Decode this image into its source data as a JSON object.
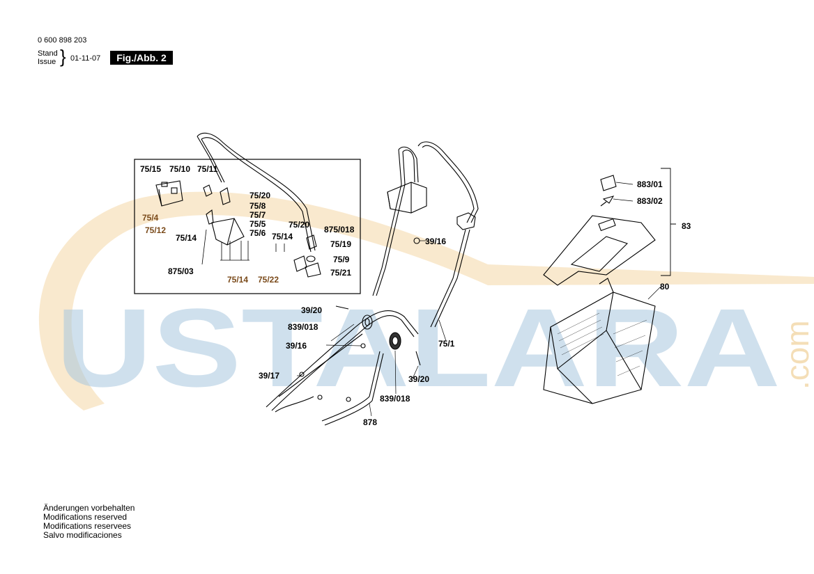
{
  "header": {
    "part_number": "0 600 898 203",
    "stand": "Stand",
    "issue": "Issue",
    "date": "01-11-07",
    "figure": "Fig./Abb. 2"
  },
  "watermark": {
    "text": "USTALARA",
    "suffix": ".com",
    "color_blue": "#9bbfd9",
    "color_orange": "#f5d9a8"
  },
  "labels": {
    "l_75_15": "75/15",
    "l_75_10": "75/10",
    "l_75_11": "75/11",
    "l_75_20a": "75/20",
    "l_75_8": "75/8",
    "l_75_7": "75/7",
    "l_75_4": "75/4",
    "l_75_12": "75/12",
    "l_75_14a": "75/14",
    "l_75_5": "75/5",
    "l_75_6": "75/6",
    "l_75_20b": "75/20",
    "l_875_018": "875/018",
    "l_75_14b": "75/14",
    "l_75_19": "75/19",
    "l_75_9": "75/9",
    "l_75_21": "75/21",
    "l_875_03": "875/03",
    "l_75_14c": "75/14",
    "l_75_22": "75/22",
    "l_39_16a": "39/16",
    "l_39_20a": "39/20",
    "l_839_018a": "839/018",
    "l_39_16b": "39/16",
    "l_39_17": "39/17",
    "l_75_1": "75/1",
    "l_39_20b": "39/20",
    "l_839_018b": "839/018",
    "l_878": "878",
    "l_883_01": "883/01",
    "l_883_02": "883/02",
    "l_83": "83",
    "l_80": "80"
  },
  "footer": {
    "line1": "Änderungen vorbehalten",
    "line2": "Modifications reserved",
    "line3": "Modifications reservees",
    "line4": "Salvo modificaciones"
  }
}
